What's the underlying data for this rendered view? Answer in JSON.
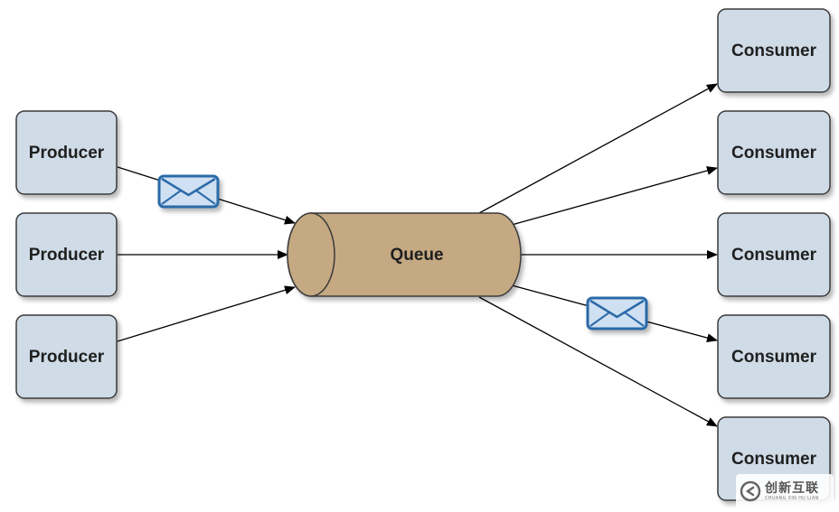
{
  "queue": {
    "label": "Queue"
  },
  "producers": [
    {
      "label": "Producer"
    },
    {
      "label": "Producer"
    },
    {
      "label": "Producer"
    }
  ],
  "consumers": [
    {
      "label": "Consumer"
    },
    {
      "label": "Consumer"
    },
    {
      "label": "Consumer"
    },
    {
      "label": "Consumer"
    },
    {
      "label": "Consumer"
    }
  ],
  "messages": [
    {
      "icon": "envelope-icon"
    },
    {
      "icon": "envelope-icon"
    }
  ],
  "watermark": {
    "text_cn": "创新互联",
    "text_en": "CHUANG XIN HU LIAN",
    "icon": "logo-icon"
  },
  "colors": {
    "box_fill": "#cfdbe6",
    "box_stroke": "#3a3a3a",
    "queue_fill": "#c4a982",
    "envelope_fill": "#cfe0f2",
    "envelope_stroke": "#2c6aa8"
  }
}
